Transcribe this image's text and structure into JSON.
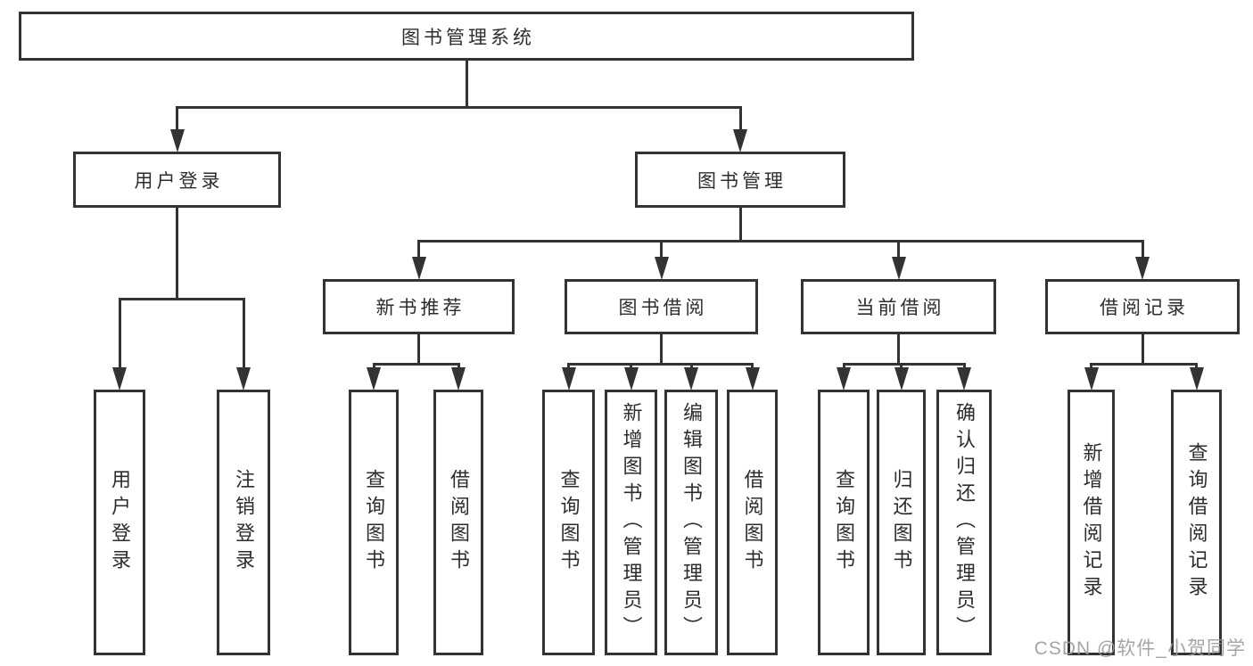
{
  "page": {
    "background_color": "#ffffff",
    "line_color": "#333333",
    "text_color": "#2d2d2d",
    "watermark_color": "#9c9c9c"
  },
  "watermark": {
    "text": "CSDN @软件_小贺同学"
  },
  "tree": {
    "id": "root",
    "label": "图书管理系统",
    "vertical": false,
    "children": [
      {
        "id": "user-login",
        "label": "用户登录",
        "vertical": false,
        "children": [
          {
            "id": "leaf-user-login",
            "label": "用户登录",
            "vertical": true,
            "children": []
          },
          {
            "id": "leaf-logout",
            "label": "注销登录",
            "vertical": true,
            "children": []
          }
        ]
      },
      {
        "id": "book-mgmt",
        "label": "图书管理",
        "vertical": false,
        "children": [
          {
            "id": "new-book-rec",
            "label": "新书推荐",
            "vertical": false,
            "children": [
              {
                "id": "leaf-nbr-query",
                "label": "查询图书",
                "vertical": true,
                "children": []
              },
              {
                "id": "leaf-nbr-borrow",
                "label": "借阅图书",
                "vertical": true,
                "children": []
              }
            ]
          },
          {
            "id": "book-borrow",
            "label": "图书借阅",
            "vertical": false,
            "children": [
              {
                "id": "leaf-bb-query",
                "label": "查询图书",
                "vertical": true,
                "children": []
              },
              {
                "id": "leaf-bb-add",
                "label": "新增图书（管理员）",
                "vertical": true,
                "children": []
              },
              {
                "id": "leaf-bb-edit",
                "label": "编辑图书（管理员）",
                "vertical": true,
                "children": []
              },
              {
                "id": "leaf-bb-borrow",
                "label": "借阅图书",
                "vertical": true,
                "children": []
              }
            ]
          },
          {
            "id": "current-borrow",
            "label": "当前借阅",
            "vertical": false,
            "children": [
              {
                "id": "leaf-cb-query",
                "label": "查询图书",
                "vertical": true,
                "children": []
              },
              {
                "id": "leaf-cb-return",
                "label": "归还图书",
                "vertical": true,
                "children": []
              },
              {
                "id": "leaf-cb-confirm",
                "label": "确认归还（管理员）",
                "vertical": true,
                "children": []
              }
            ]
          },
          {
            "id": "borrow-record",
            "label": "借阅记录",
            "vertical": false,
            "children": [
              {
                "id": "leaf-br-add",
                "label": "新增借阅记录",
                "vertical": true,
                "children": []
              },
              {
                "id": "leaf-br-query",
                "label": "查询借阅记录",
                "vertical": true,
                "children": []
              }
            ]
          }
        ]
      }
    ]
  }
}
